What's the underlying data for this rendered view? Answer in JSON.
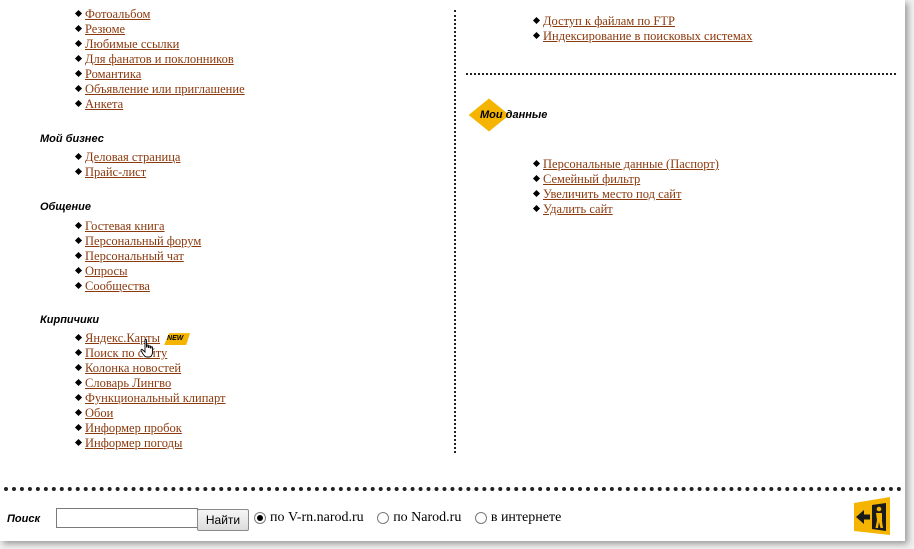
{
  "left_top_links": [
    "Фотоальбом",
    "Резюме",
    "Любимые ссылки",
    "Для фанатов и поклонников",
    "Романтика",
    "Объявление или приглашение",
    "Анкета"
  ],
  "sections": {
    "business": {
      "title": "Мой бизнес",
      "links": [
        "Деловая страница",
        "Прайс-лист"
      ]
    },
    "communication": {
      "title": "Общение",
      "links": [
        "Гостевая книга",
        "Персональный форум",
        "Персональный чат",
        "Опросы",
        "Сообщества"
      ]
    },
    "bricks": {
      "title": "Кирпичики",
      "links": [
        "Яндекс.Карты",
        "Поиск по сайту",
        "Колонка новостей",
        "Словарь Лингво",
        "Функциональный клипарт",
        "Обои",
        "Информер пробок",
        "Информер погоды"
      ],
      "new_badge": "NEW"
    }
  },
  "right_top_links": [
    "Доступ к файлам по FTP",
    "Индексирование в поисковых системах"
  ],
  "my_data": {
    "title": "Мои данные",
    "links": [
      "Персональные данные (Паспорт)",
      "Семейный фильтр",
      "Увеличить место под сайт",
      "Удалить сайт"
    ]
  },
  "search": {
    "label": "Поиск",
    "input_value": "",
    "button_label": "Найти",
    "options": [
      {
        "label": "по V-rn.narod.ru",
        "checked": true
      },
      {
        "label": "по Narod.ru",
        "checked": false
      },
      {
        "label": "в интернете",
        "checked": false
      }
    ]
  },
  "colors": {
    "link": "#8b3a0e",
    "accent": "#f4b400"
  },
  "icons": {
    "cursor": "hand-pointer-icon",
    "exit": "exit-door-icon"
  }
}
